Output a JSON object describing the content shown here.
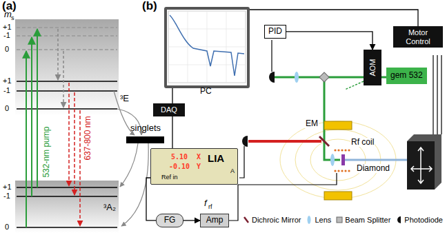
{
  "diagram": {
    "nodes": [
      {
        "text": [
          "singlets"
        ]
      },
      {
        "text": [
          "PC"
        ]
      },
      {
        "text": [
          "PID"
        ]
      },
      {
        "text": [
          "AOM"
        ]
      },
      {
        "text": [
          "gem 532"
        ]
      },
      {
        "text": [
          "Motor Control"
        ]
      },
      {
        "text": [
          "DAQ"
        ]
      },
      {
        "text": [
          "LIA"
        ]
      },
      {
        "text": [
          "FG"
        ]
      },
      {
        "text": [
          "Amp"
        ]
      }
    ],
    "edges": [
      {
        "from": 1,
        "to": 6,
        "arrow": "none"
      },
      {
        "from": 6,
        "to": 7,
        "arrow": "none"
      },
      {
        "from": 7,
        "to": 8,
        "arrow": "none"
      },
      {
        "from": 8,
        "to": 9,
        "arrow": "to"
      },
      {
        "from": 2,
        "to": 3,
        "arrow": "to"
      },
      {
        "from": 1,
        "to": 5,
        "arrow": "none"
      }
    ],
    "labels": [
      "(a)",
      "m",
      "s",
      "+1",
      "-1",
      "0",
      "+1",
      "-1",
      "0",
      "³E",
      "+1",
      "-1",
      "0",
      "³A₂",
      "532-nm pump",
      "637-800 nm",
      "(b)",
      "f",
      "rf",
      "5.10",
      "X",
      "-0.10",
      "Y",
      "Ref in",
      "A",
      "EM",
      "Rf coil",
      "Diamond"
    ],
    "legend": [
      {
        "text": "Dichroic Mirror"
      },
      {
        "text": "Lens"
      },
      {
        "text": "Beam Splitter"
      },
      {
        "text": "Photodiode"
      }
    ]
  }
}
